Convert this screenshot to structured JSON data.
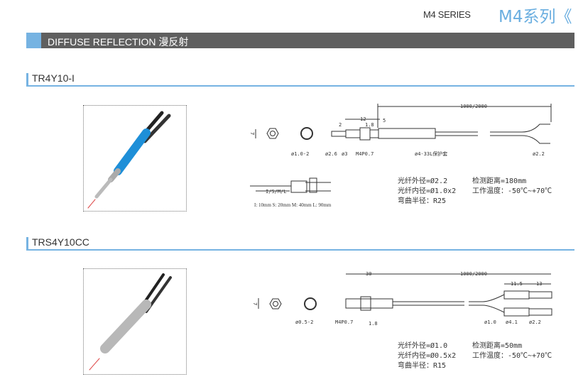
{
  "header": {
    "series_en": "M4 SERIES",
    "series_cn": "M4系列《"
  },
  "category": {
    "title": "DIFFUSE REFLECTION 漫反射"
  },
  "products": [
    {
      "model": "TR4Y10-I",
      "dims": {
        "hex": "7",
        "face": "ø1.0-2",
        "tip": "ø2.6",
        "body": "ø3",
        "thread": "M4P0.7",
        "sleeve": "ø4-33L保护套",
        "total": "1000/2000",
        "d12": "12",
        "d2": "2",
        "d18": "1.8",
        "d5": "5",
        "end": "ø2.2",
        "len": "I/S/M/L"
      },
      "length_note": "I: 10mm S: 20mm M: 40mm L: 90mm",
      "specs": [
        "光纤外径=Ø2.2",
        "光纤内径=Ø1.0x2",
        "弯曲半径：R25"
      ],
      "specs2": [
        "检测距离=180mm",
        "工作温度：-50℃~+70℃"
      ]
    },
    {
      "model": "TRS4Y10CC",
      "dims": {
        "hex": "7",
        "face": "ø0.5-2",
        "thread": "M4P0.7",
        "d18": "1.8",
        "d30": "30",
        "total": "1000/2000",
        "d115": "11.5",
        "d13": "13",
        "fiber": "ø1.0",
        "ferrule": "ø4.1",
        "pin": "ø2.2"
      },
      "specs": [
        "光纤外径=Ø1.0",
        "光纤内径=Ø0.5x2",
        "弯曲半径：R15"
      ],
      "specs2": [
        "检测距离=50mm",
        "工作温度：-50℃~+70℃"
      ]
    }
  ],
  "colors": {
    "accent": "#76b3e2",
    "bar": "#5f5f5f",
    "sleeve": "#1e8fd8"
  }
}
